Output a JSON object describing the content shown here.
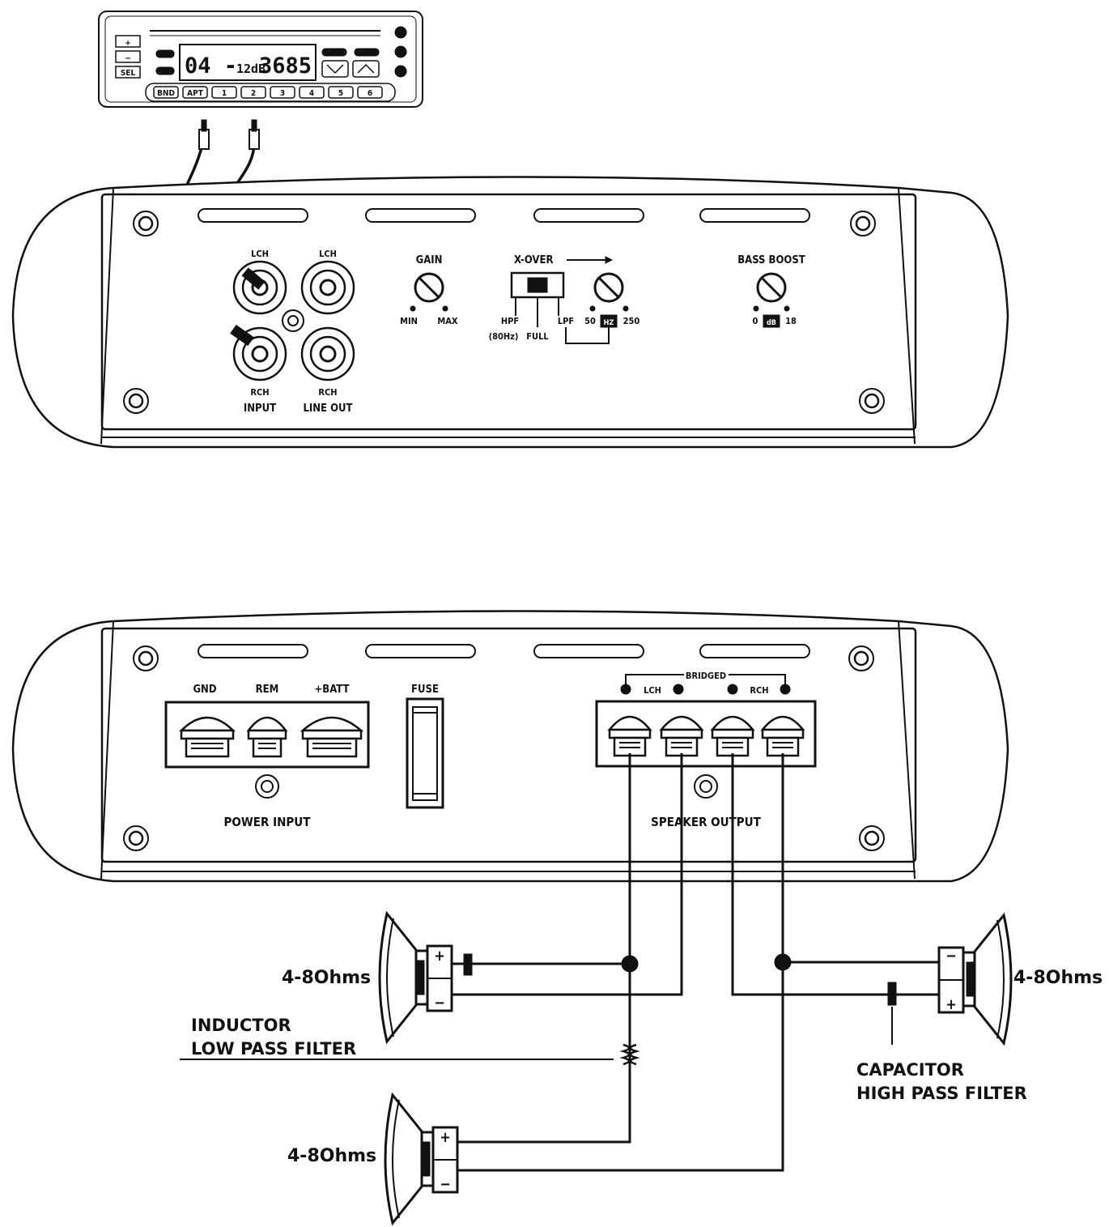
{
  "head_unit": {
    "display_track": "04 -",
    "display_level": "12dB",
    "display_freq": "3685",
    "sel_label": "SEL",
    "plus_label": "+",
    "minus_label": "−",
    "bottom_buttons": [
      "BND",
      "APT",
      "1",
      "2",
      "3",
      "4",
      "5",
      "6"
    ]
  },
  "top_panel": {
    "lch_in": "LCH",
    "lch_out": "LCH",
    "rch_in": "RCH",
    "rch_out": "RCH",
    "input_label": "INPUT",
    "line_out_label": "LINE OUT",
    "gain_label": "GAIN",
    "gain_min": "MIN",
    "gain_max": "MAX",
    "xover_label": "X-OVER",
    "hpf_label": "HPF",
    "hpf_freq": "(80Hz)",
    "full_label": "FULL",
    "lpf_label": "LPF",
    "lpf_min": "50",
    "lpf_mid": "HZ",
    "lpf_max": "250",
    "bass_boost_label": "BASS  BOOST",
    "bass_min": "0",
    "bass_mid": "dB",
    "bass_max": "18"
  },
  "bottom_panel": {
    "gnd": "GND",
    "rem": "REM",
    "batt": "+BATT",
    "fuse": "FUSE",
    "power_input": "POWER  INPUT",
    "bridged": "BRIDGED",
    "lch": "LCH",
    "rch": "RCH",
    "speaker_output": "SPEAKER  OUTPUT"
  },
  "speakers": {
    "left_top": "4-8Ohms",
    "right": "4-8Ohms",
    "left_bottom": "4-8Ohms",
    "plus": "+",
    "minus": "−"
  },
  "annotations": {
    "inductor_line1": "INDUCTOR",
    "inductor_line2": "LOW PASS FILTER",
    "capacitor_line1": "CAPACITOR",
    "capacitor_line2": "HIGH PASS FILTER"
  }
}
